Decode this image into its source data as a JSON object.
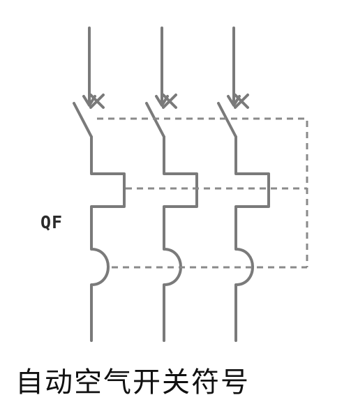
{
  "diagram": {
    "designator": "QF",
    "caption": "自动空气开关符号",
    "poles": [
      "pole-1",
      "pole-2",
      "pole-3"
    ],
    "colors": {
      "wire": "#7a7a7a",
      "mechanical_link": "#8a8a8a",
      "text": "#111111"
    }
  }
}
